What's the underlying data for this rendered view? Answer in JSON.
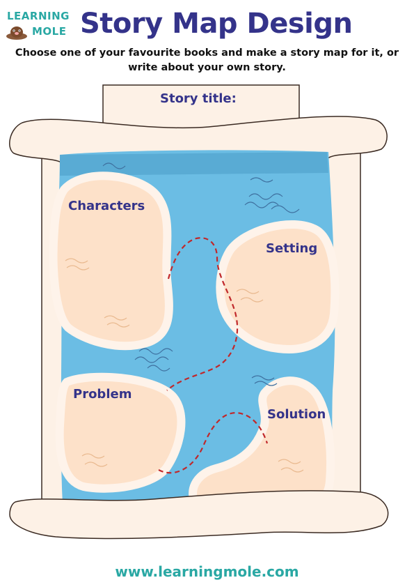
{
  "brand": {
    "line1": "LEARNING",
    "line2": "MOLE"
  },
  "title": "Story Map Design",
  "subtitle": "Choose one of your favourite books and make a story map for it, or write about your own story.",
  "story_title_label": "Story title:",
  "islands": {
    "characters": "Characters",
    "setting": "Setting",
    "problem": "Problem",
    "solution": "Solution"
  },
  "footer": "www.learningmole.com",
  "colors": {
    "title": "#34338a",
    "brand": "#2aa8a4",
    "sea": "#6bbde4",
    "island": "#fde1c9",
    "island_edge": "#fef3ea",
    "scroll": "#fdf1e6",
    "path": "#c0282b"
  },
  "icons": [
    "mole-icon",
    "wave-icon"
  ]
}
